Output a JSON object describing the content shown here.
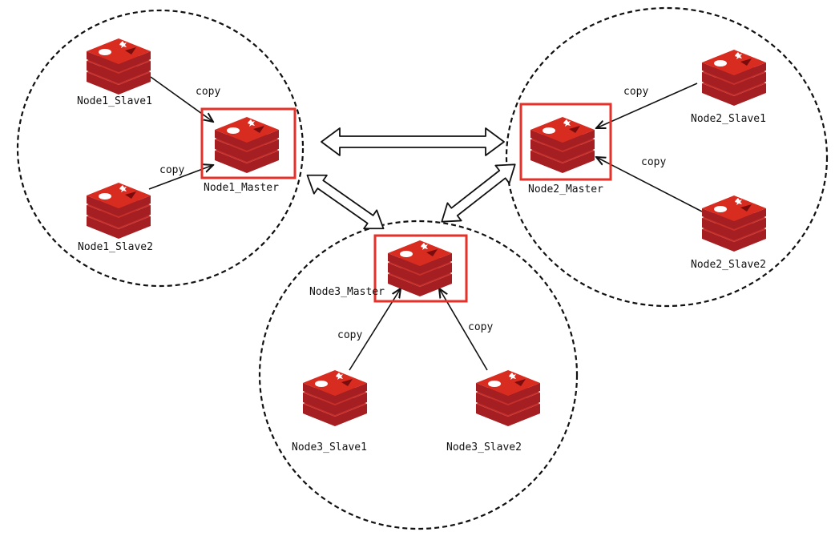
{
  "colors": {
    "redis_dark": "#a41e22",
    "redis_mid": "#c6302b",
    "redis_light": "#d82c20",
    "highlight": "#e8302a",
    "line": "#111111"
  },
  "icon_name": "redis-icon",
  "edge_label": "copy",
  "nodes": {
    "node1_master": "Node1_Master",
    "node1_slave1": "Node1_Slave1",
    "node1_slave2": "Node1_Slave2",
    "node2_master": "Node2_Master",
    "node2_slave1": "Node2_Slave1",
    "node2_slave2": "Node2_Slave2",
    "node3_master": "Node3_Master",
    "node3_slave1": "Node3_Slave1",
    "node3_slave2": "Node3_Slave2"
  }
}
